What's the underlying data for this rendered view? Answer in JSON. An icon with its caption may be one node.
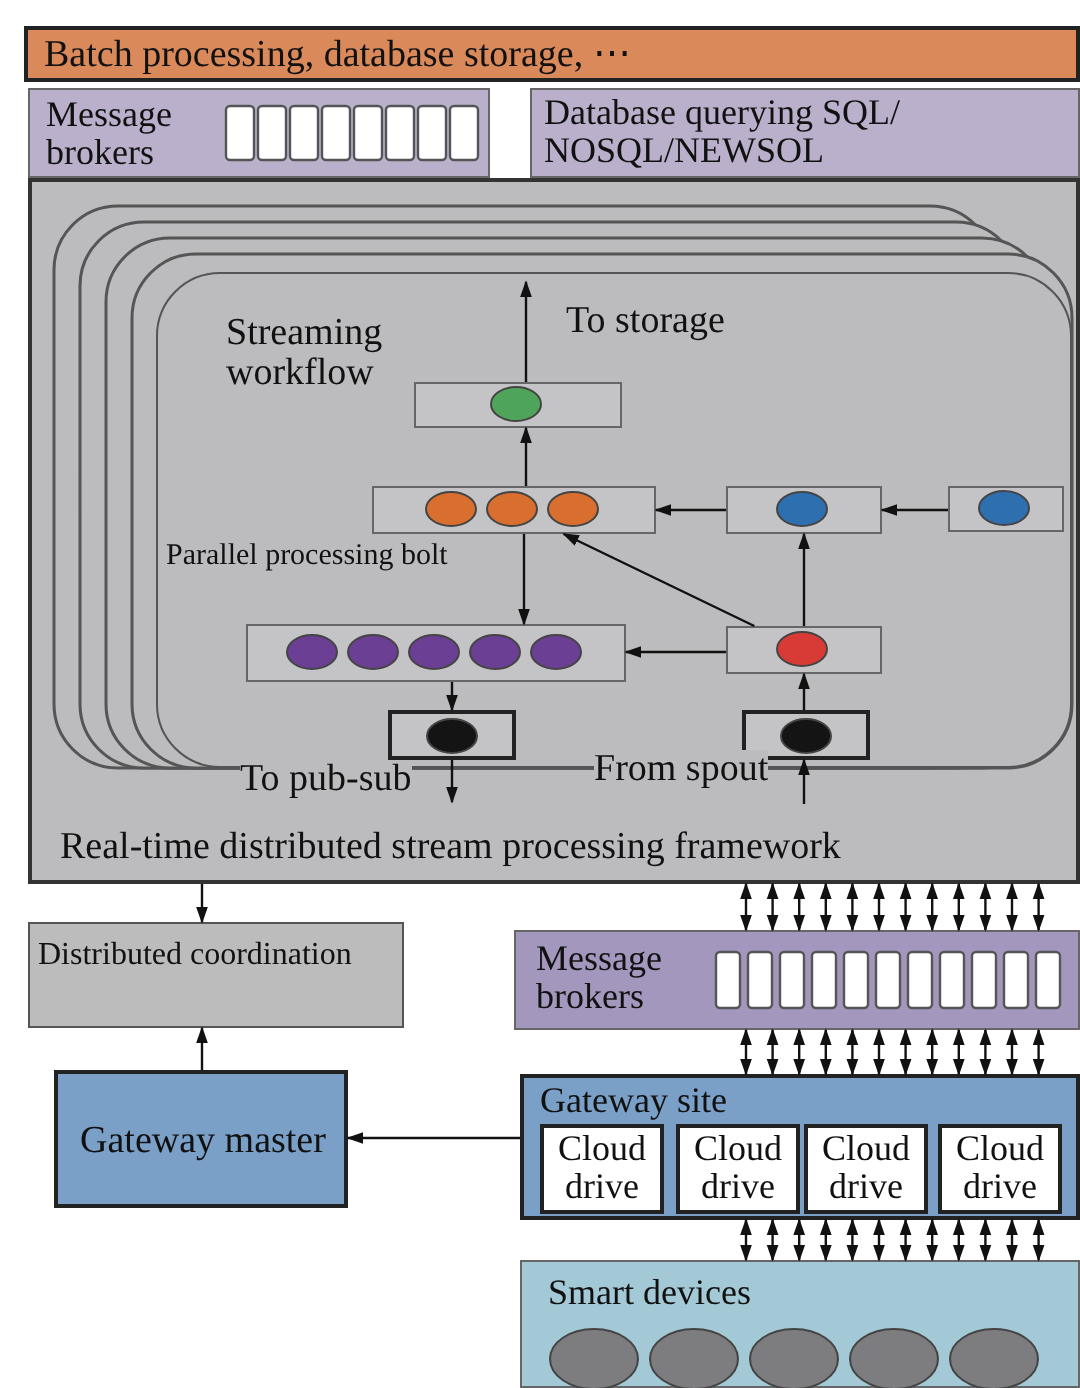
{
  "diagram": {
    "nodes": [
      {
        "text": [
          "Batch processing, database storage, ⋯"
        ]
      },
      {
        "text": [
          "Message brokers"
        ]
      },
      {
        "text": [
          "Database querying SQL/ NOSQL/NEWSOL"
        ]
      },
      {
        "text": [
          "Real-time distributed stream processing framework"
        ]
      },
      {
        "text": [
          "Streaming workflow"
        ],
        "in": 3
      },
      {
        "text": [],
        "shape": "box",
        "in": 4
      },
      {
        "text": [],
        "shape": "box",
        "in": 4
      },
      {
        "text": [],
        "shape": "box",
        "in": 4
      },
      {
        "text": [],
        "shape": "box",
        "in": 4
      },
      {
        "text": [],
        "shape": "box",
        "in": 4
      },
      {
        "text": [],
        "shape": "box",
        "in": 4
      },
      {
        "text": [],
        "shape": "box",
        "in": 4
      },
      {
        "text": [],
        "shape": "box",
        "in": 4
      },
      {
        "text": [
          "Distributed coordination"
        ]
      },
      {
        "text": [
          "Gateway master"
        ]
      },
      {
        "text": [
          "Message brokers"
        ]
      },
      {
        "text": [
          "Gateway site"
        ]
      },
      {
        "text": [
          "Cloud drive"
        ],
        "in": 16
      },
      {
        "text": [
          "Cloud drive"
        ],
        "in": 16
      },
      {
        "text": [
          "Cloud drive"
        ],
        "in": 16
      },
      {
        "text": [
          "Cloud drive"
        ],
        "in": 16
      },
      {
        "text": [
          "Smart devices"
        ]
      }
    ],
    "edges": [
      {
        "from": 5,
        "to": null,
        "arrow": "to",
        "label": "To storage"
      },
      {
        "from": 6,
        "to": 5,
        "arrow": "to"
      },
      {
        "from": 7,
        "to": 6,
        "arrow": "to"
      },
      {
        "from": 8,
        "to": 7,
        "arrow": "to"
      },
      {
        "from": 10,
        "to": 6,
        "arrow": "to"
      },
      {
        "from": 10,
        "to": 7,
        "arrow": "to"
      },
      {
        "from": 6,
        "to": 9,
        "arrow": "to",
        "label": "Parallel processing bolt"
      },
      {
        "from": 10,
        "to": 9,
        "arrow": "to"
      },
      {
        "from": 9,
        "to": 11,
        "arrow": "to"
      },
      {
        "from": 11,
        "to": null,
        "arrow": "to",
        "label": "To pub-sub"
      },
      {
        "from": null,
        "to": 12,
        "arrow": "to",
        "label": "From spout"
      },
      {
        "from": 12,
        "to": 10,
        "arrow": "to"
      },
      {
        "from": 3,
        "to": 13,
        "arrow": "to"
      },
      {
        "from": 14,
        "to": 13,
        "arrow": "to"
      },
      {
        "from": 16,
        "to": 14,
        "arrow": "to"
      },
      {
        "from": 3,
        "to": 15,
        "arrow": "both"
      },
      {
        "from": 3,
        "to": 15,
        "arrow": "both"
      },
      {
        "from": 3,
        "to": 15,
        "arrow": "both"
      },
      {
        "from": 3,
        "to": 15,
        "arrow": "both"
      },
      {
        "from": 3,
        "to": 15,
        "arrow": "both"
      },
      {
        "from": 3,
        "to": 15,
        "arrow": "both"
      },
      {
        "from": 3,
        "to": 15,
        "arrow": "both"
      },
      {
        "from": 3,
        "to": 15,
        "arrow": "both"
      },
      {
        "from": 3,
        "to": 15,
        "arrow": "both"
      },
      {
        "from": 3,
        "to": 15,
        "arrow": "both"
      },
      {
        "from": 3,
        "to": 15,
        "arrow": "both"
      },
      {
        "from": 3,
        "to": 15,
        "arrow": "both"
      },
      {
        "from": 15,
        "to": 16,
        "arrow": "both"
      },
      {
        "from": 15,
        "to": 16,
        "arrow": "both"
      },
      {
        "from": 15,
        "to": 16,
        "arrow": "both"
      },
      {
        "from": 15,
        "to": 16,
        "arrow": "both"
      },
      {
        "from": 15,
        "to": 16,
        "arrow": "both"
      },
      {
        "from": 15,
        "to": 16,
        "arrow": "both"
      },
      {
        "from": 15,
        "to": 16,
        "arrow": "both"
      },
      {
        "from": 15,
        "to": 16,
        "arrow": "both"
      },
      {
        "from": 15,
        "to": 16,
        "arrow": "both"
      },
      {
        "from": 15,
        "to": 16,
        "arrow": "both"
      },
      {
        "from": 15,
        "to": 16,
        "arrow": "both"
      },
      {
        "from": 15,
        "to": 16,
        "arrow": "both"
      },
      {
        "from": 16,
        "to": 21,
        "arrow": "both"
      },
      {
        "from": 16,
        "to": 21,
        "arrow": "both"
      },
      {
        "from": 16,
        "to": 21,
        "arrow": "both"
      },
      {
        "from": 16,
        "to": 21,
        "arrow": "both"
      },
      {
        "from": 16,
        "to": 21,
        "arrow": "both"
      },
      {
        "from": 16,
        "to": 21,
        "arrow": "both"
      },
      {
        "from": 16,
        "to": 21,
        "arrow": "both"
      },
      {
        "from": 16,
        "to": 21,
        "arrow": "both"
      },
      {
        "from": 16,
        "to": 21,
        "arrow": "both"
      },
      {
        "from": 16,
        "to": 21,
        "arrow": "both"
      },
      {
        "from": 16,
        "to": 21,
        "arrow": "both"
      },
      {
        "from": 16,
        "to": 21,
        "arrow": "both"
      }
    ]
  }
}
